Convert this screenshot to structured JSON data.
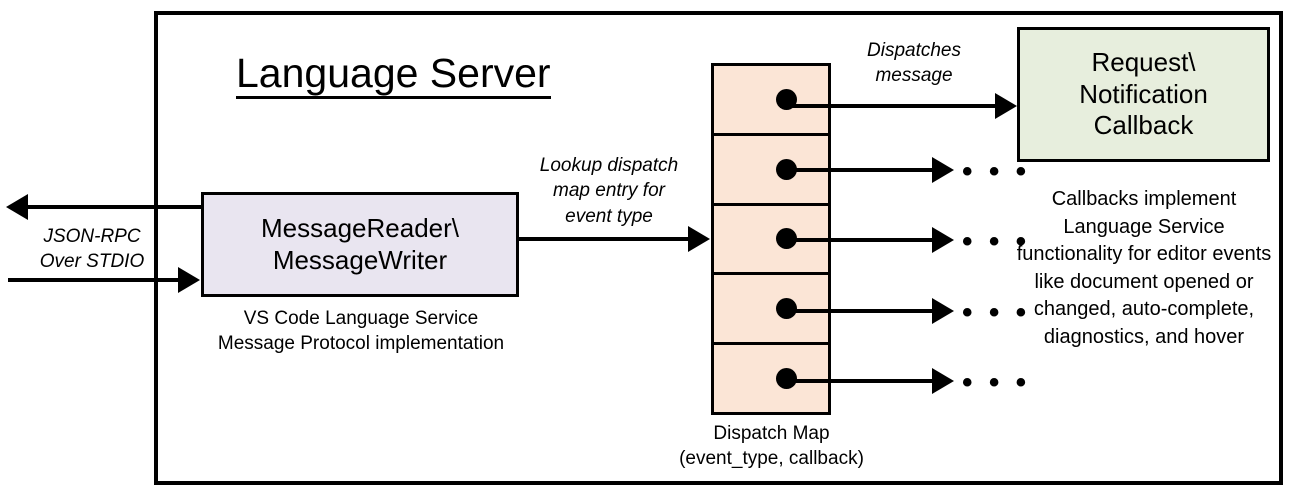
{
  "diagram": {
    "title": "Language Server",
    "boundary_name": "Language Server boundary"
  },
  "nodes": {
    "message_io": {
      "label": "MessageReader\\\nMessageWriter",
      "caption": "VS Code Language Service\nMessage Protocol implementation",
      "fill": "#E9E5F0"
    },
    "dispatch_map": {
      "caption": "Dispatch Map\n(event_type, callback)",
      "fill": "#FBE5D6",
      "cell_count": 5,
      "entries": [
        {
          "name": "dispatch-entry-1"
        },
        {
          "name": "dispatch-entry-2"
        },
        {
          "name": "dispatch-entry-3"
        },
        {
          "name": "dispatch-entry-4"
        },
        {
          "name": "dispatch-entry-5"
        }
      ]
    },
    "callback": {
      "label": "Request\\\nNotification\nCallback",
      "note": "Callbacks implement Language Service functionality for editor events like document opened or changed, auto-complete, diagnostics, and hover",
      "fill": "#E7EEDD"
    }
  },
  "edges": {
    "jsonrpc": {
      "label": "JSON-RPC\nOver STDIO"
    },
    "lookup": {
      "label": "Lookup dispatch\nmap entry for\nevent type"
    },
    "dispatches": {
      "label": "Dispatches\nmessage"
    },
    "ellipsis": "• • •"
  },
  "colors": {
    "stroke": "#000000",
    "background": "#FFFFFF",
    "message_io_fill": "#E9E5F0",
    "dispatch_map_fill": "#FBE5D6",
    "callback_fill": "#E7EEDD"
  }
}
